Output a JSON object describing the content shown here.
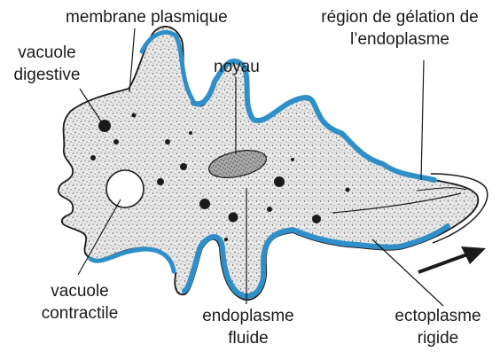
{
  "labels": {
    "membrane": "membrane plasmique",
    "gelation_line1": "région de gélation de",
    "gelation_line2": "l’endoplasme",
    "vacuole_digestive_line1": "vacuole",
    "vacuole_digestive_line2": "digestive",
    "noyau": "noyau",
    "vacuole_contractile_line1": "vacuole",
    "vacuole_contractile_line2": "contractile",
    "endoplasme_line1": "endoplasme",
    "endoplasme_line2": "fluide",
    "ectoplasme_line1": "ectoplasme",
    "ectoplasme_line2": "rigide"
  },
  "colors": {
    "ectoplasm_band": "#2f8fc9",
    "cytoplasm_fill": "#e6e6e6",
    "outline": "#1a1a1a",
    "nucleus_fill": "#9a9a9a",
    "arrow": "#1a1a1a"
  },
  "icons": {
    "movement_arrow": "arrow-right-icon"
  }
}
